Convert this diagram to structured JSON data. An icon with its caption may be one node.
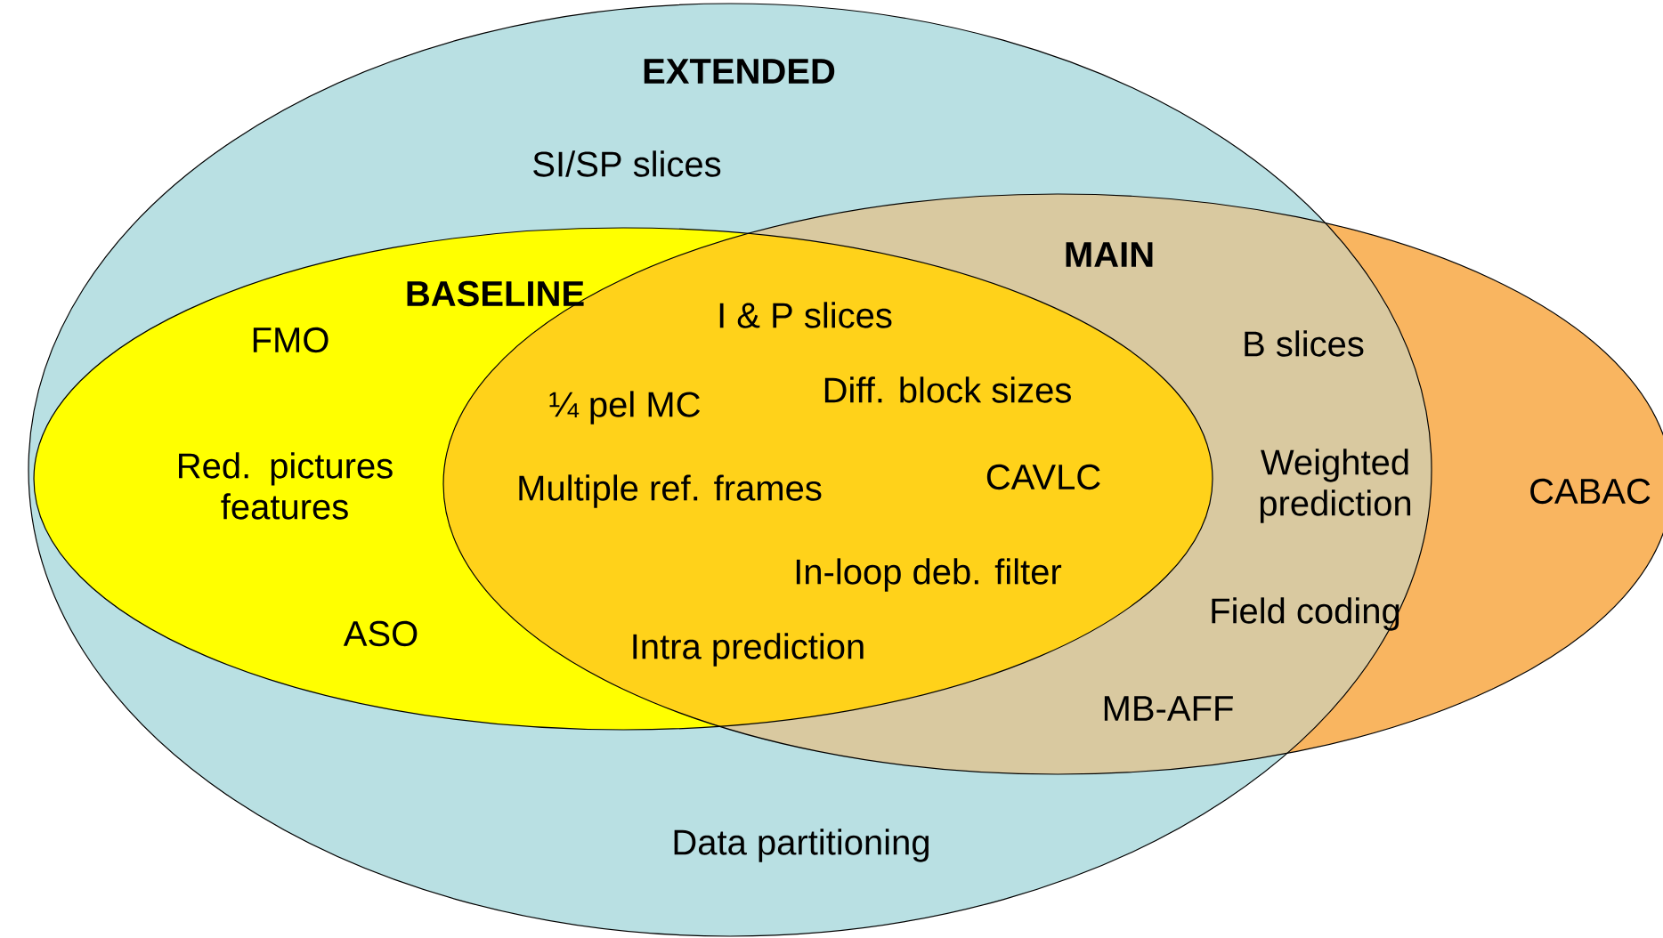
{
  "diagram": {
    "nodes": [
      {
        "text": [
          "EXTENDED",
          "SI/SP slices",
          "Data partitioning"
        ]
      },
      {
        "text": [
          "BASELINE",
          "FMO",
          "Red. pictures features",
          "ASO"
        ],
        "in": 0
      },
      {
        "text": [
          "MAIN",
          "B slices",
          "Weighted prediction",
          "Field coding",
          "MB-AFF",
          "CABAC"
        ]
      }
    ],
    "labels": [
      "I & P slices",
      "¼ pel MC",
      "Diff. block sizes",
      "CAVLC",
      "Multiple ref. frames",
      "In-loop deb. filter",
      "Intra prediction"
    ]
  }
}
